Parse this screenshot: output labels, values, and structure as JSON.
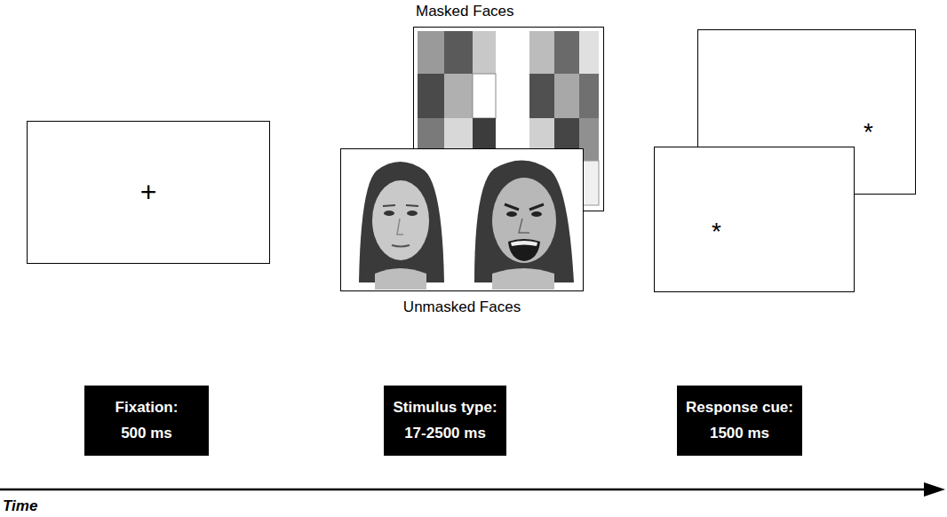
{
  "diagram": {
    "nodes": [
      {
        "text": [
          "+"
        ]
      },
      {
        "text": [
          "Masked Faces"
        ]
      },
      {
        "text": [
          "Unmasked Faces"
        ]
      },
      {
        "text": [
          "*"
        ]
      },
      {
        "text": [
          "*"
        ]
      },
      {
        "text": [
          "Fixation:",
          "500 ms"
        ]
      },
      {
        "text": [
          "Stimulus type:",
          "17-2500 ms"
        ]
      },
      {
        "text": [
          "Response cue:",
          "1500 ms"
        ]
      }
    ],
    "labels": [
      "Time"
    ]
  }
}
